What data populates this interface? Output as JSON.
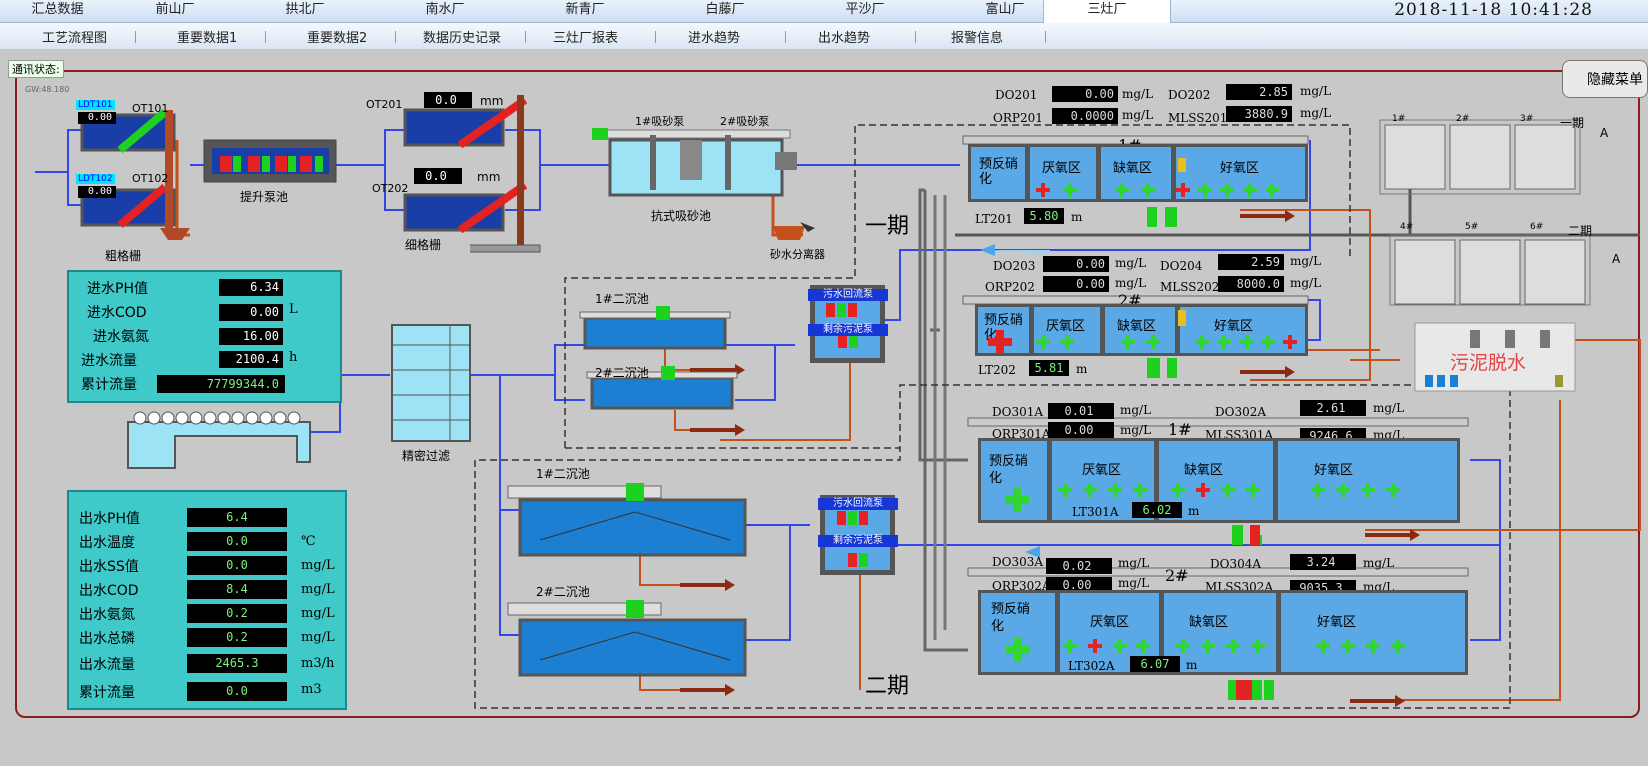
{
  "topnav": {
    "tabs": [
      "汇总数据",
      "前山厂",
      "拱北厂",
      "南水厂",
      "新青厂",
      "白藤厂",
      "平沙厂",
      "富山厂",
      "三灶厂"
    ],
    "active": "三灶厂",
    "clock": "2018-11-18  10:41:28"
  },
  "subnav": {
    "items": [
      "工艺流程图",
      "重要数据1",
      "重要数据2",
      "数据历史记录",
      "三灶厂报表",
      "进水趋势",
      "出水趋势",
      "报警信息"
    ]
  },
  "status_label": "通讯状态:",
  "gw_label": "GW:48.180",
  "hide_menu": "隐藏菜单",
  "pre": {
    "ldt101": "LDT101",
    "ldt101_val": "0.00",
    "ot101": "OT101",
    "ldt102": "LDT102",
    "ldt102_val": "0.00",
    "ot102": "OT102",
    "coarse": "粗格栅",
    "lift": "提升泵池",
    "ot201": "OT201",
    "ot201_val": "0.0",
    "ot202": "OT202",
    "ot202_val": "0.0",
    "mm": "mm",
    "fine": "细格栅",
    "grit_pump1": "1#吸砂泵",
    "grit_pump2": "2#吸砂泵",
    "grit": "抗式吸砂池",
    "separator": "砂水分离器",
    "filter": "精密过滤",
    "dewater": "污泥脱水"
  },
  "inlet": {
    "labels": [
      "进水PH值",
      "进水COD",
      "进水氨氮",
      "进水流量",
      "累计流量"
    ],
    "values": [
      "6.34",
      "0.00",
      "16.00",
      "2100.4",
      "77799344.0"
    ],
    "units": [
      "",
      "L",
      "",
      "h",
      ""
    ]
  },
  "outlet": {
    "labels": [
      "出水PH值",
      "出水温度",
      "出水SS值",
      "出水COD",
      "出水氨氮",
      "出水总磷",
      "出水流量",
      "累计流量"
    ],
    "values": [
      "6.4",
      "0.0",
      "0.0",
      "8.4",
      "0.2",
      "0.2",
      "2465.3",
      "0.0"
    ],
    "units": [
      "",
      "℃",
      "mg/L",
      "mg/L",
      "mg/L",
      "mg/L",
      "m3/h",
      "m3"
    ]
  },
  "phase1": {
    "label": "一期",
    "sec1": "1#二沉池",
    "sec2": "2#二沉池",
    "return_pump": "污水回流泵",
    "excess_pump": "剩余污泥泵",
    "do201": "DO201",
    "do201_val": "0.00",
    "do202": "DO202",
    "do202_val": "2.85",
    "orp201": "ORP201",
    "orp201_val": "0.0000",
    "mlss201": "MLSS201",
    "mlss201_val": "3880.9",
    "tank1": "1#",
    "lt201": "LT201",
    "lt201_val": "5.80",
    "do203": "DO203",
    "do203_val": "0.00",
    "do204": "DO204",
    "do204_val": "2.59",
    "orp202": "ORP202",
    "orp202_val": "0.00",
    "mlss202": "MLSS202",
    "mlss202_val": "8000.0",
    "tank2": "2#",
    "lt202": "LT202",
    "lt202_val": "5.81"
  },
  "phase2": {
    "label": "二期",
    "sec1": "1#二沉池",
    "sec2": "2#二沉池",
    "return_pump": "污水回流泵",
    "excess_pump": "剩余污泥泵",
    "do301a": "DO301A",
    "do301a_val": "0.01",
    "do302a": "DO302A",
    "do302a_val": "2.61",
    "orp301a": "ORP301A",
    "orp301a_val": "0.00",
    "mlss301a": "MLSS301A",
    "mlss301a_val": "9246.6",
    "tank1": "1#",
    "lt301a": "LT301A",
    "lt301a_val": "6.02",
    "do303a": "DO303A",
    "do303a_val": "0.02",
    "do304a": "DO304A",
    "do304a_val": "3.24",
    "orp302a": "ORP302A",
    "orp302a_val": "0.00",
    "mlss302a": "MLSS302A",
    "mlss302a_val": "9035.3",
    "tank2": "2#",
    "lt302a": "LT302A",
    "lt302a_val": "6.07"
  },
  "zones": {
    "pre": "预反硝化",
    "anaerobic": "厌氧区",
    "anoxic": "缺氧区",
    "aerobic": "好氧区"
  },
  "units": {
    "mgl": "mg/L",
    "m": "m"
  },
  "blowers": {
    "row1": [
      "1#",
      "2#",
      "3#"
    ],
    "row1_label": "一期",
    "row2": [
      "4#",
      "5#",
      "6#"
    ],
    "row2_label": "二期",
    "a": "A"
  }
}
